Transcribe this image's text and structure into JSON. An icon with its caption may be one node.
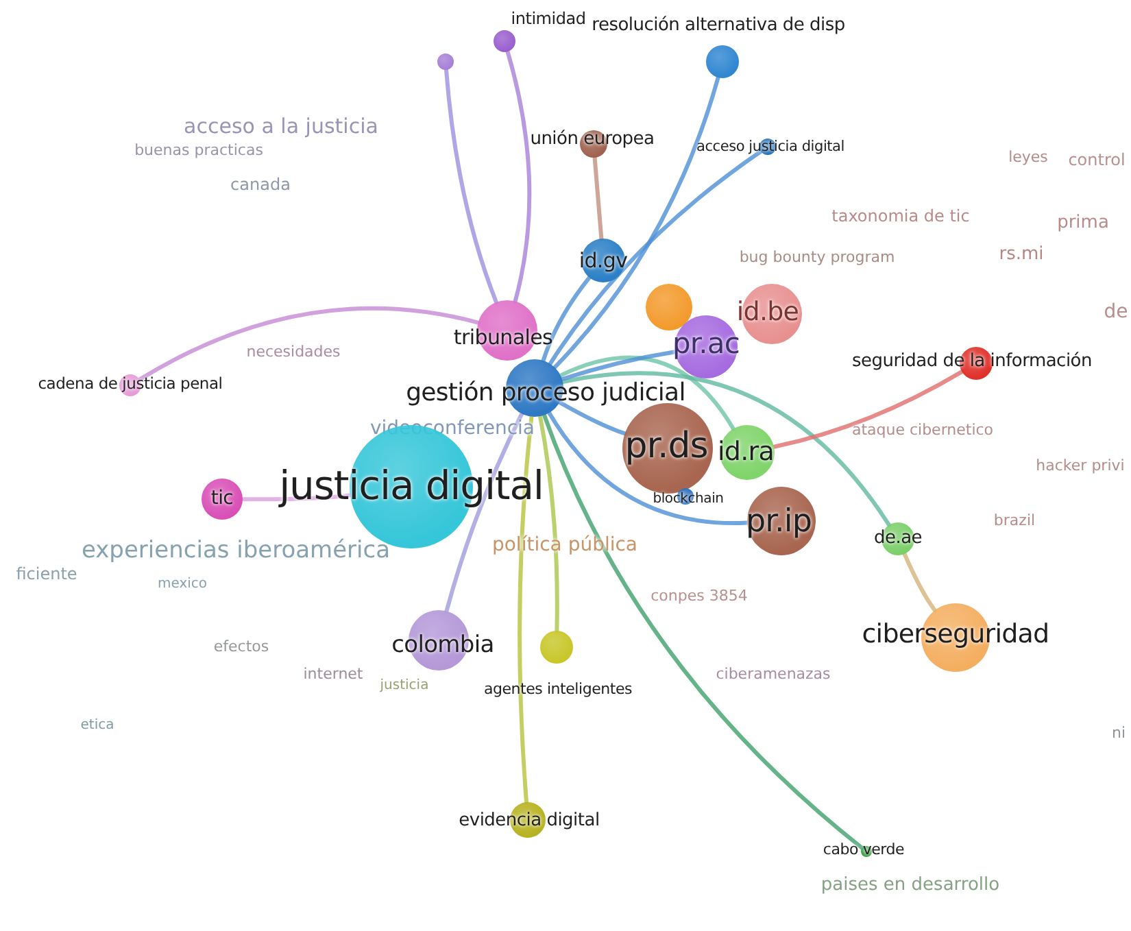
{
  "diagram": {
    "nodes": [
      {
        "text": [
          "intimidad"
        ]
      },
      {
        "text": [
          "resolución alternativa de disp"
        ]
      },
      {
        "text": [
          "unión europea"
        ]
      },
      {
        "text": [
          "acceso justicia digital"
        ]
      },
      {
        "text": [
          "id.gv"
        ]
      },
      {
        "text": [
          "tribunales"
        ]
      },
      {
        "text": [],
        "shape": "circle"
      },
      {
        "text": [
          "pr.ac"
        ]
      },
      {
        "text": [
          "id.be"
        ]
      },
      {
        "text": [
          "gestión proceso judicial"
        ]
      },
      {
        "text": [
          "cadena de justicia penal"
        ]
      },
      {
        "text": [
          "seguridad de la información"
        ]
      },
      {
        "text": [
          "pr.ds"
        ]
      },
      {
        "text": [
          "id.ra"
        ]
      },
      {
        "text": [
          "blockchain"
        ]
      },
      {
        "text": [
          "justicia digital"
        ]
      },
      {
        "text": [
          "tic"
        ]
      },
      {
        "text": [
          "pr.ip"
        ]
      },
      {
        "text": [
          "de.ae"
        ]
      },
      {
        "text": [
          "ciberseguridad"
        ]
      },
      {
        "text": [
          "colombia"
        ]
      },
      {
        "text": [
          "agentes inteligentes"
        ]
      },
      {
        "text": [
          "evidencia digital"
        ]
      },
      {
        "text": [
          "cabo verde"
        ]
      },
      {
        "text": [],
        "shape": "circle"
      }
    ],
    "edges": [
      {
        "from": 9,
        "to": 1,
        "arrow": "none"
      },
      {
        "from": 9,
        "to": 3,
        "arrow": "none"
      },
      {
        "from": 9,
        "to": 4,
        "arrow": "none"
      },
      {
        "from": 5,
        "to": 24,
        "arrow": "none",
        "color": "#9f8fe0"
      },
      {
        "from": 5,
        "to": 0,
        "arrow": "none",
        "color": "#a77fd8"
      },
      {
        "from": 5,
        "to": 10,
        "arrow": "none",
        "color": "#c58ad6"
      },
      {
        "from": 2,
        "to": 4,
        "arrow": "none",
        "color": "#c09080"
      },
      {
        "from": 9,
        "to": 12,
        "arrow": "none"
      },
      {
        "from": 9,
        "to": 13,
        "arrow": "none",
        "color": "#6cc3a8"
      },
      {
        "from": 9,
        "to": 17,
        "arrow": "none"
      },
      {
        "from": 9,
        "to": 18,
        "arrow": "none",
        "color": "#5fb8a0"
      },
      {
        "from": 18,
        "to": 19,
        "arrow": "none",
        "color": "#d4b37a"
      },
      {
        "from": 9,
        "to": 23,
        "arrow": "none",
        "color": "#3fa06a"
      },
      {
        "from": 9,
        "to": 21,
        "arrow": "none",
        "color": "#a9c64a"
      },
      {
        "from": 9,
        "to": 22,
        "arrow": "none",
        "color": "#b5c23a"
      },
      {
        "from": 9,
        "to": 20,
        "arrow": "none",
        "color": "#a09be0"
      },
      {
        "from": 16,
        "to": 15,
        "arrow": "none",
        "color": "#d9a0dd"
      },
      {
        "from": 13,
        "to": 11,
        "arrow": "none",
        "color": "#e06d6d"
      },
      {
        "from": 9,
        "to": 7,
        "arrow": "none"
      }
    ],
    "labels": [
      "acceso a la justicia",
      "buenas practicas",
      "leyes",
      "control",
      "canada",
      "taxonomia de tic",
      "prima",
      "rs.mi",
      "bug bounty program",
      "de",
      "necesidades",
      "videoconferencia",
      "ataque cibernetico",
      "hacker privi",
      "brazil",
      "experiencias iberoamérica",
      "política pública",
      "ficiente",
      "mexico",
      "conpes 3854",
      "efectos",
      "ciberamenazas",
      "internet",
      "justicia",
      "etica",
      "ni",
      "paises en desarrollo"
    ]
  }
}
